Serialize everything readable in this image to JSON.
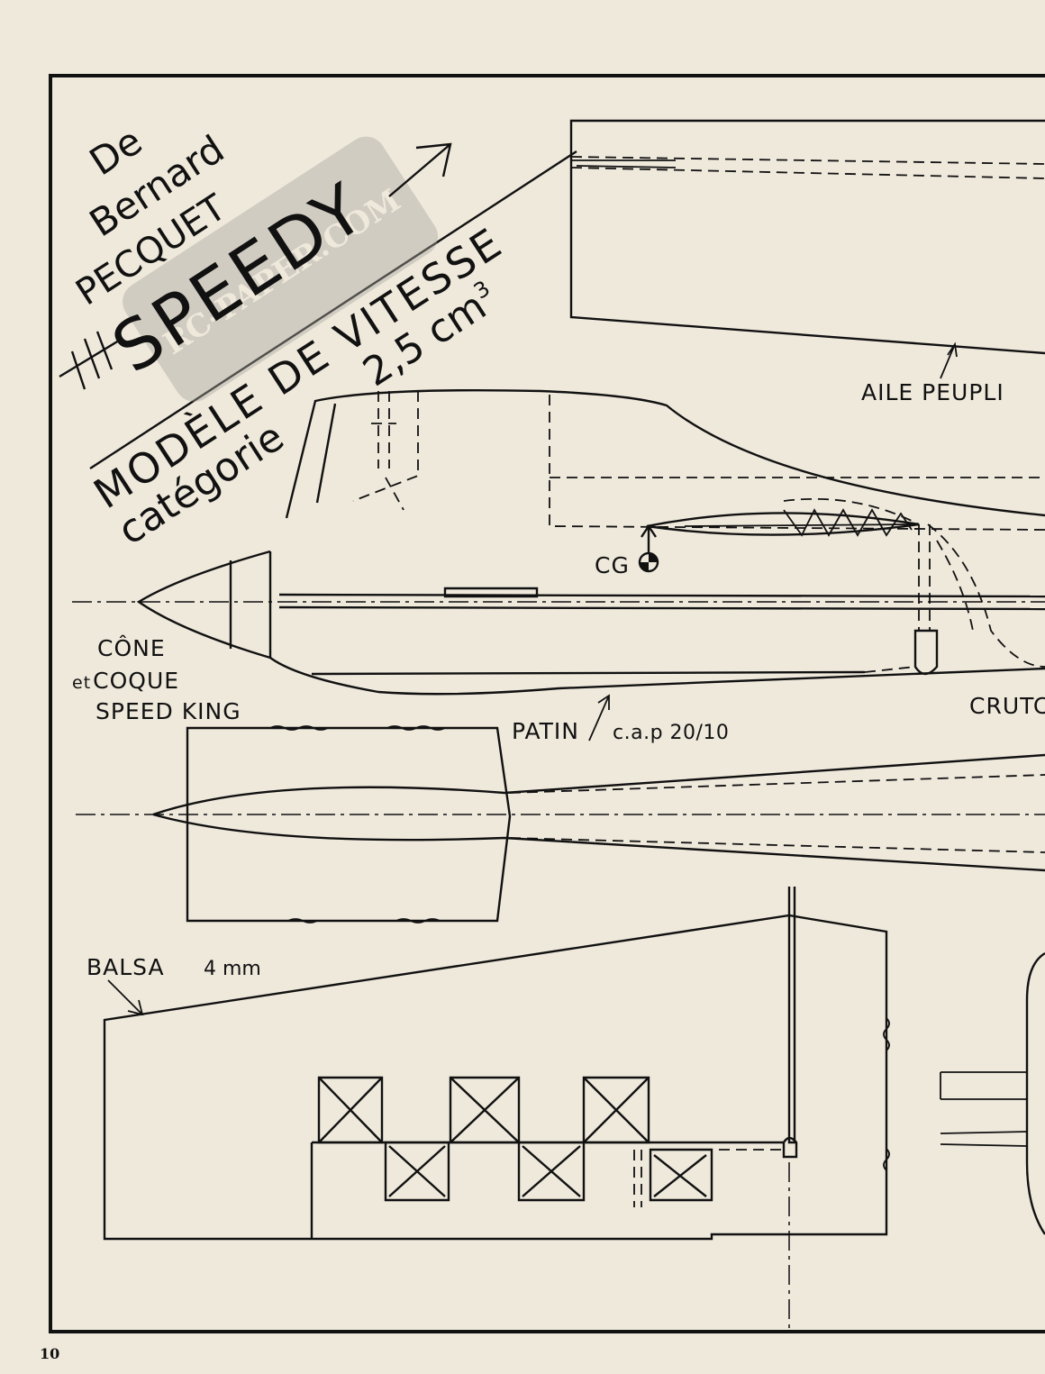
{
  "title": {
    "byline_de": "De",
    "byline_name1": "Bernard",
    "byline_name2": "PECQUET",
    "model_name": "SPEEDY",
    "subtitle": "MODÈLE DE VITESSE",
    "category": "catégorie",
    "displacement": "2,5 cm",
    "displacement_exp": "3"
  },
  "watermark": {
    "text": "RC-PAPER.COM"
  },
  "labels": {
    "wing": "AILE PEUPLI",
    "cg": "CG",
    "cone_line1": "CÔNE",
    "cone_line2_prefix": "et",
    "cone_line2": "COQUE",
    "cone_line3": "SPEED KING",
    "skid": "PATIN",
    "skid_spec": "c.a.p 20/10",
    "crutch": "CRUTC",
    "balsa": "BALSA",
    "balsa_spec": "4 mm"
  },
  "page_number": "10",
  "colors": {
    "paper": "#efe9dc",
    "ink": "#111111",
    "watermark": "#8a8780"
  }
}
